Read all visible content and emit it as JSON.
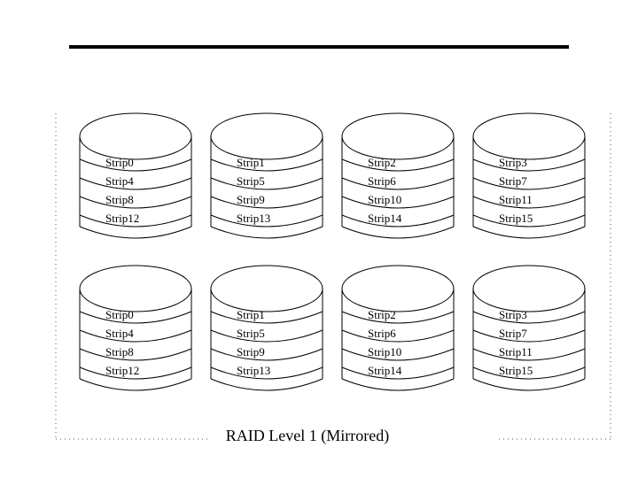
{
  "diagram": {
    "caption": "RAID Level 1 (Mirrored)",
    "colors": {
      "stroke": "#000000",
      "background": "#ffffff",
      "dots": "#555555"
    },
    "rows": [
      {
        "disks": [
          {
            "strips": [
              "Strip0",
              "Strip4",
              "Strip8",
              "Strip12"
            ]
          },
          {
            "strips": [
              "Strip1",
              "Strip5",
              "Strip9",
              "Strip13"
            ]
          },
          {
            "strips": [
              "Strip2",
              "Strip6",
              "Strip10",
              "Strip14"
            ]
          },
          {
            "strips": [
              "Strip3",
              "Strip7",
              "Strip11",
              "Strip15"
            ]
          }
        ]
      },
      {
        "disks": [
          {
            "strips": [
              "Strip0",
              "Strip4",
              "Strip8",
              "Strip12"
            ]
          },
          {
            "strips": [
              "Strip1",
              "Strip5",
              "Strip9",
              "Strip13"
            ]
          },
          {
            "strips": [
              "Strip2",
              "Strip6",
              "Strip10",
              "Strip14"
            ]
          },
          {
            "strips": [
              "Strip3",
              "Strip7",
              "Strip11",
              "Strip15"
            ]
          }
        ]
      }
    ]
  }
}
